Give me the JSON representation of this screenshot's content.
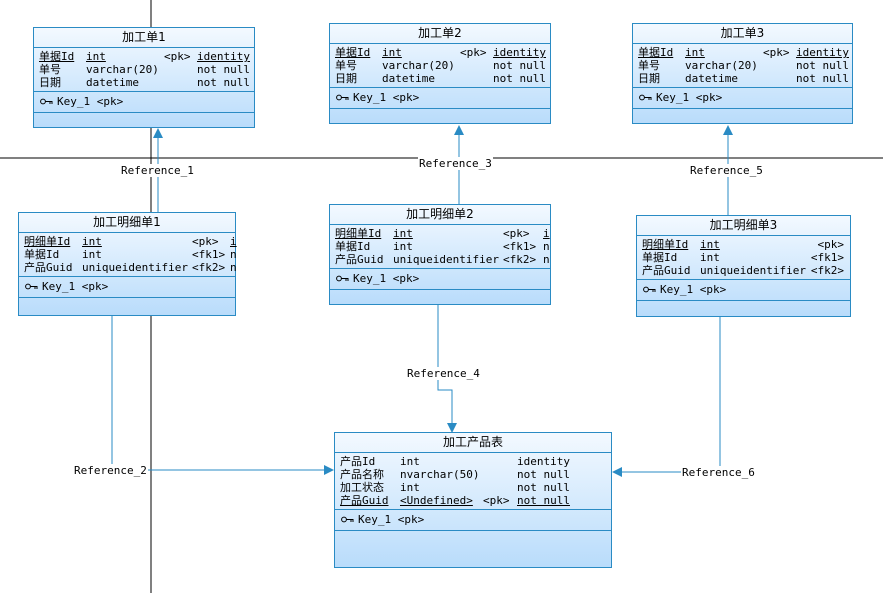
{
  "entities": {
    "e1": {
      "title": "加工单1",
      "attrs": [
        {
          "name": "单据Id",
          "type": "int",
          "key": "<pk>",
          "extra": "identity"
        },
        {
          "name": "单号",
          "type": "varchar(20)",
          "key": "",
          "extra": "not null"
        },
        {
          "name": "日期",
          "type": "datetime",
          "key": "",
          "extra": "not null"
        }
      ],
      "key": "Key_1 <pk>"
    },
    "e2": {
      "title": "加工单2",
      "attrs": [
        {
          "name": "单据Id",
          "type": "int",
          "key": "<pk>",
          "extra": "identity"
        },
        {
          "name": "单号",
          "type": "varchar(20)",
          "key": "",
          "extra": "not null"
        },
        {
          "name": "日期",
          "type": "datetime",
          "key": "",
          "extra": "not null"
        }
      ],
      "key": "Key_1 <pk>"
    },
    "e3": {
      "title": "加工单3",
      "attrs": [
        {
          "name": "单据Id",
          "type": "int",
          "key": "<pk>",
          "extra": "identity"
        },
        {
          "name": "单号",
          "type": "varchar(20)",
          "key": "",
          "extra": "not null"
        },
        {
          "name": "日期",
          "type": "datetime",
          "key": "",
          "extra": "not null"
        }
      ],
      "key": "Key_1 <pk>"
    },
    "d1": {
      "title": "加工明细单1",
      "attrs": [
        {
          "name": "明细单Id",
          "type": "int",
          "key": "<pk>",
          "extra": "i"
        },
        {
          "name": "单据Id",
          "type": "int",
          "key": "<fk1>",
          "extra": "n"
        },
        {
          "name": "产品Guid",
          "type": "uniqueidentifier",
          "key": "<fk2>",
          "extra": "n"
        }
      ],
      "key": "Key_1 <pk>"
    },
    "d2": {
      "title": "加工明细单2",
      "attrs": [
        {
          "name": "明细单Id",
          "type": "int",
          "key": "<pk>",
          "extra": "i"
        },
        {
          "name": "单据Id",
          "type": "int",
          "key": "<fk1>",
          "extra": "n"
        },
        {
          "name": "产品Guid",
          "type": "uniqueidentifier",
          "key": "<fk2>",
          "extra": "n"
        }
      ],
      "key": "Key_1 <pk>"
    },
    "d3": {
      "title": "加工明细单3",
      "attrs": [
        {
          "name": "明细单Id",
          "type": "int",
          "key": "<pk>",
          "extra": ""
        },
        {
          "name": "单据Id",
          "type": "int",
          "key": "<fk1>",
          "extra": ""
        },
        {
          "name": "产品Guid",
          "type": "uniqueidentifier",
          "key": "<fk2>",
          "extra": ""
        }
      ],
      "key": "Key_1 <pk>"
    },
    "p": {
      "title": "加工产品表",
      "attrs": [
        {
          "name": "产品Id",
          "type": "int",
          "key": "",
          "extra": "identity"
        },
        {
          "name": "产品名称",
          "type": "nvarchar(50)",
          "key": "",
          "extra": "not null"
        },
        {
          "name": "加工状态",
          "type": "int",
          "key": "",
          "extra": "not null"
        },
        {
          "name": "产品Guid",
          "type": "<Undefined>",
          "key": "<pk>",
          "extra": "not null"
        }
      ],
      "key": "Key_1 <pk>"
    }
  },
  "references": [
    "Reference_1",
    "Reference_2",
    "Reference_3",
    "Reference_4",
    "Reference_5",
    "Reference_6"
  ],
  "colors": {
    "border": "#2a8bc4",
    "line": "#2a8bc4",
    "fill_top": "#f3f9ff",
    "fill_bottom": "#b9dcfb"
  }
}
